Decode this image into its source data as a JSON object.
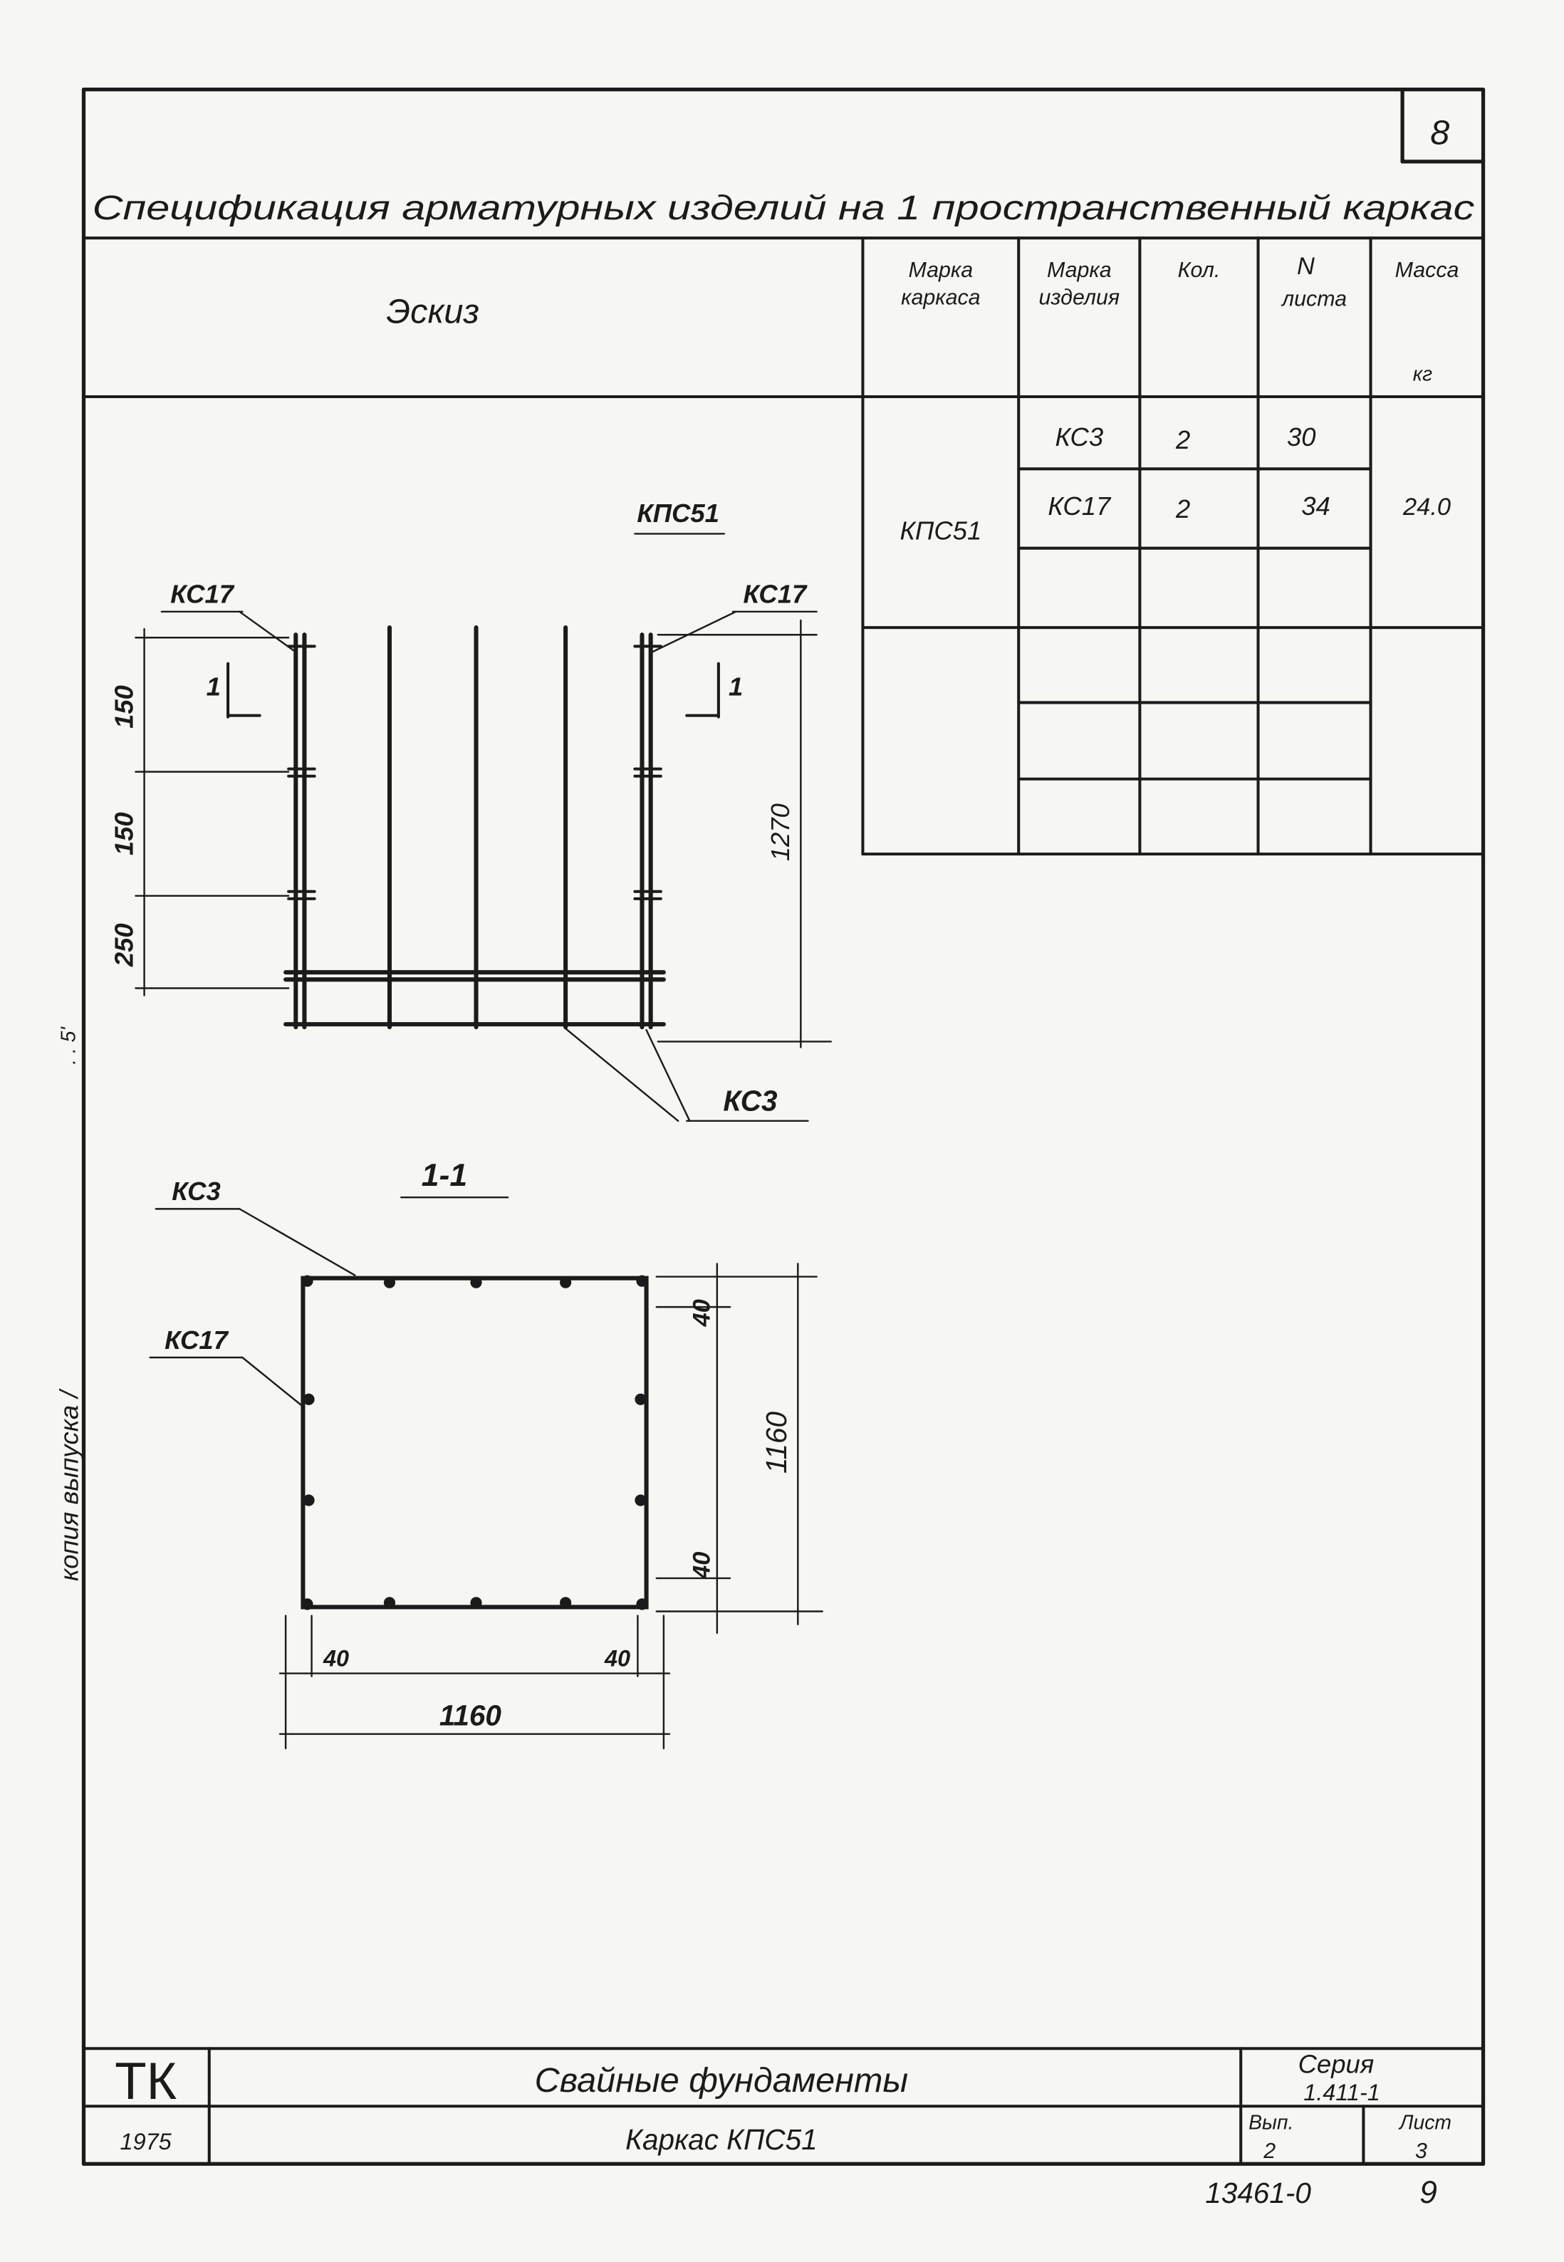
{
  "sheet_number": "8",
  "spec_title": "Спецификация арматурных изделий на 1 пространственный каркас",
  "spec_table": {
    "sketch_header": "Эскиз",
    "columns": [
      {
        "line1": "Марка",
        "line2": "каркаса"
      },
      {
        "line1": "Марка",
        "line2": "изделия"
      },
      {
        "line1": "Кол."
      },
      {
        "line1": "N",
        "line2": "листа"
      },
      {
        "line1": "Масса",
        "line2": "кг"
      }
    ],
    "frame_mark": "КПС51",
    "mass": "24.0",
    "rows": [
      {
        "item": "КС3",
        "qty": "2",
        "sheet": "30"
      },
      {
        "item": "КС17",
        "qty": "2",
        "sheet": "34"
      }
    ]
  },
  "elevation": {
    "title": "КПС51",
    "label_left": "КС17",
    "label_right": "КС17",
    "section_mark_left": "1",
    "section_mark_right": "1",
    "dims_left": [
      "150",
      "150",
      "250"
    ],
    "dim_right": "1270",
    "label_bottom": "КС3"
  },
  "section": {
    "title": "1-1",
    "label_top": "КС3",
    "label_side": "КС17",
    "dim_right_top": "40",
    "dim_right": "1160",
    "dim_right_bottom": "40",
    "dim_bottom_left": "40",
    "dim_bottom_right": "40",
    "dim_bottom": "1160"
  },
  "margin_note": "копия выпуска /",
  "margin_mark": ". . 5'",
  "title_block": {
    "org": "ТК",
    "year": "1975",
    "title": "Свайные фундаменты",
    "drawing": "Каркас КПС51",
    "series_label": "Серия",
    "series": "1.411-1",
    "issue_label": "Вып.",
    "issue": "2",
    "sheet_label": "Лист",
    "sheet": "3"
  },
  "archive_number": "13461-0",
  "page_number": "9"
}
